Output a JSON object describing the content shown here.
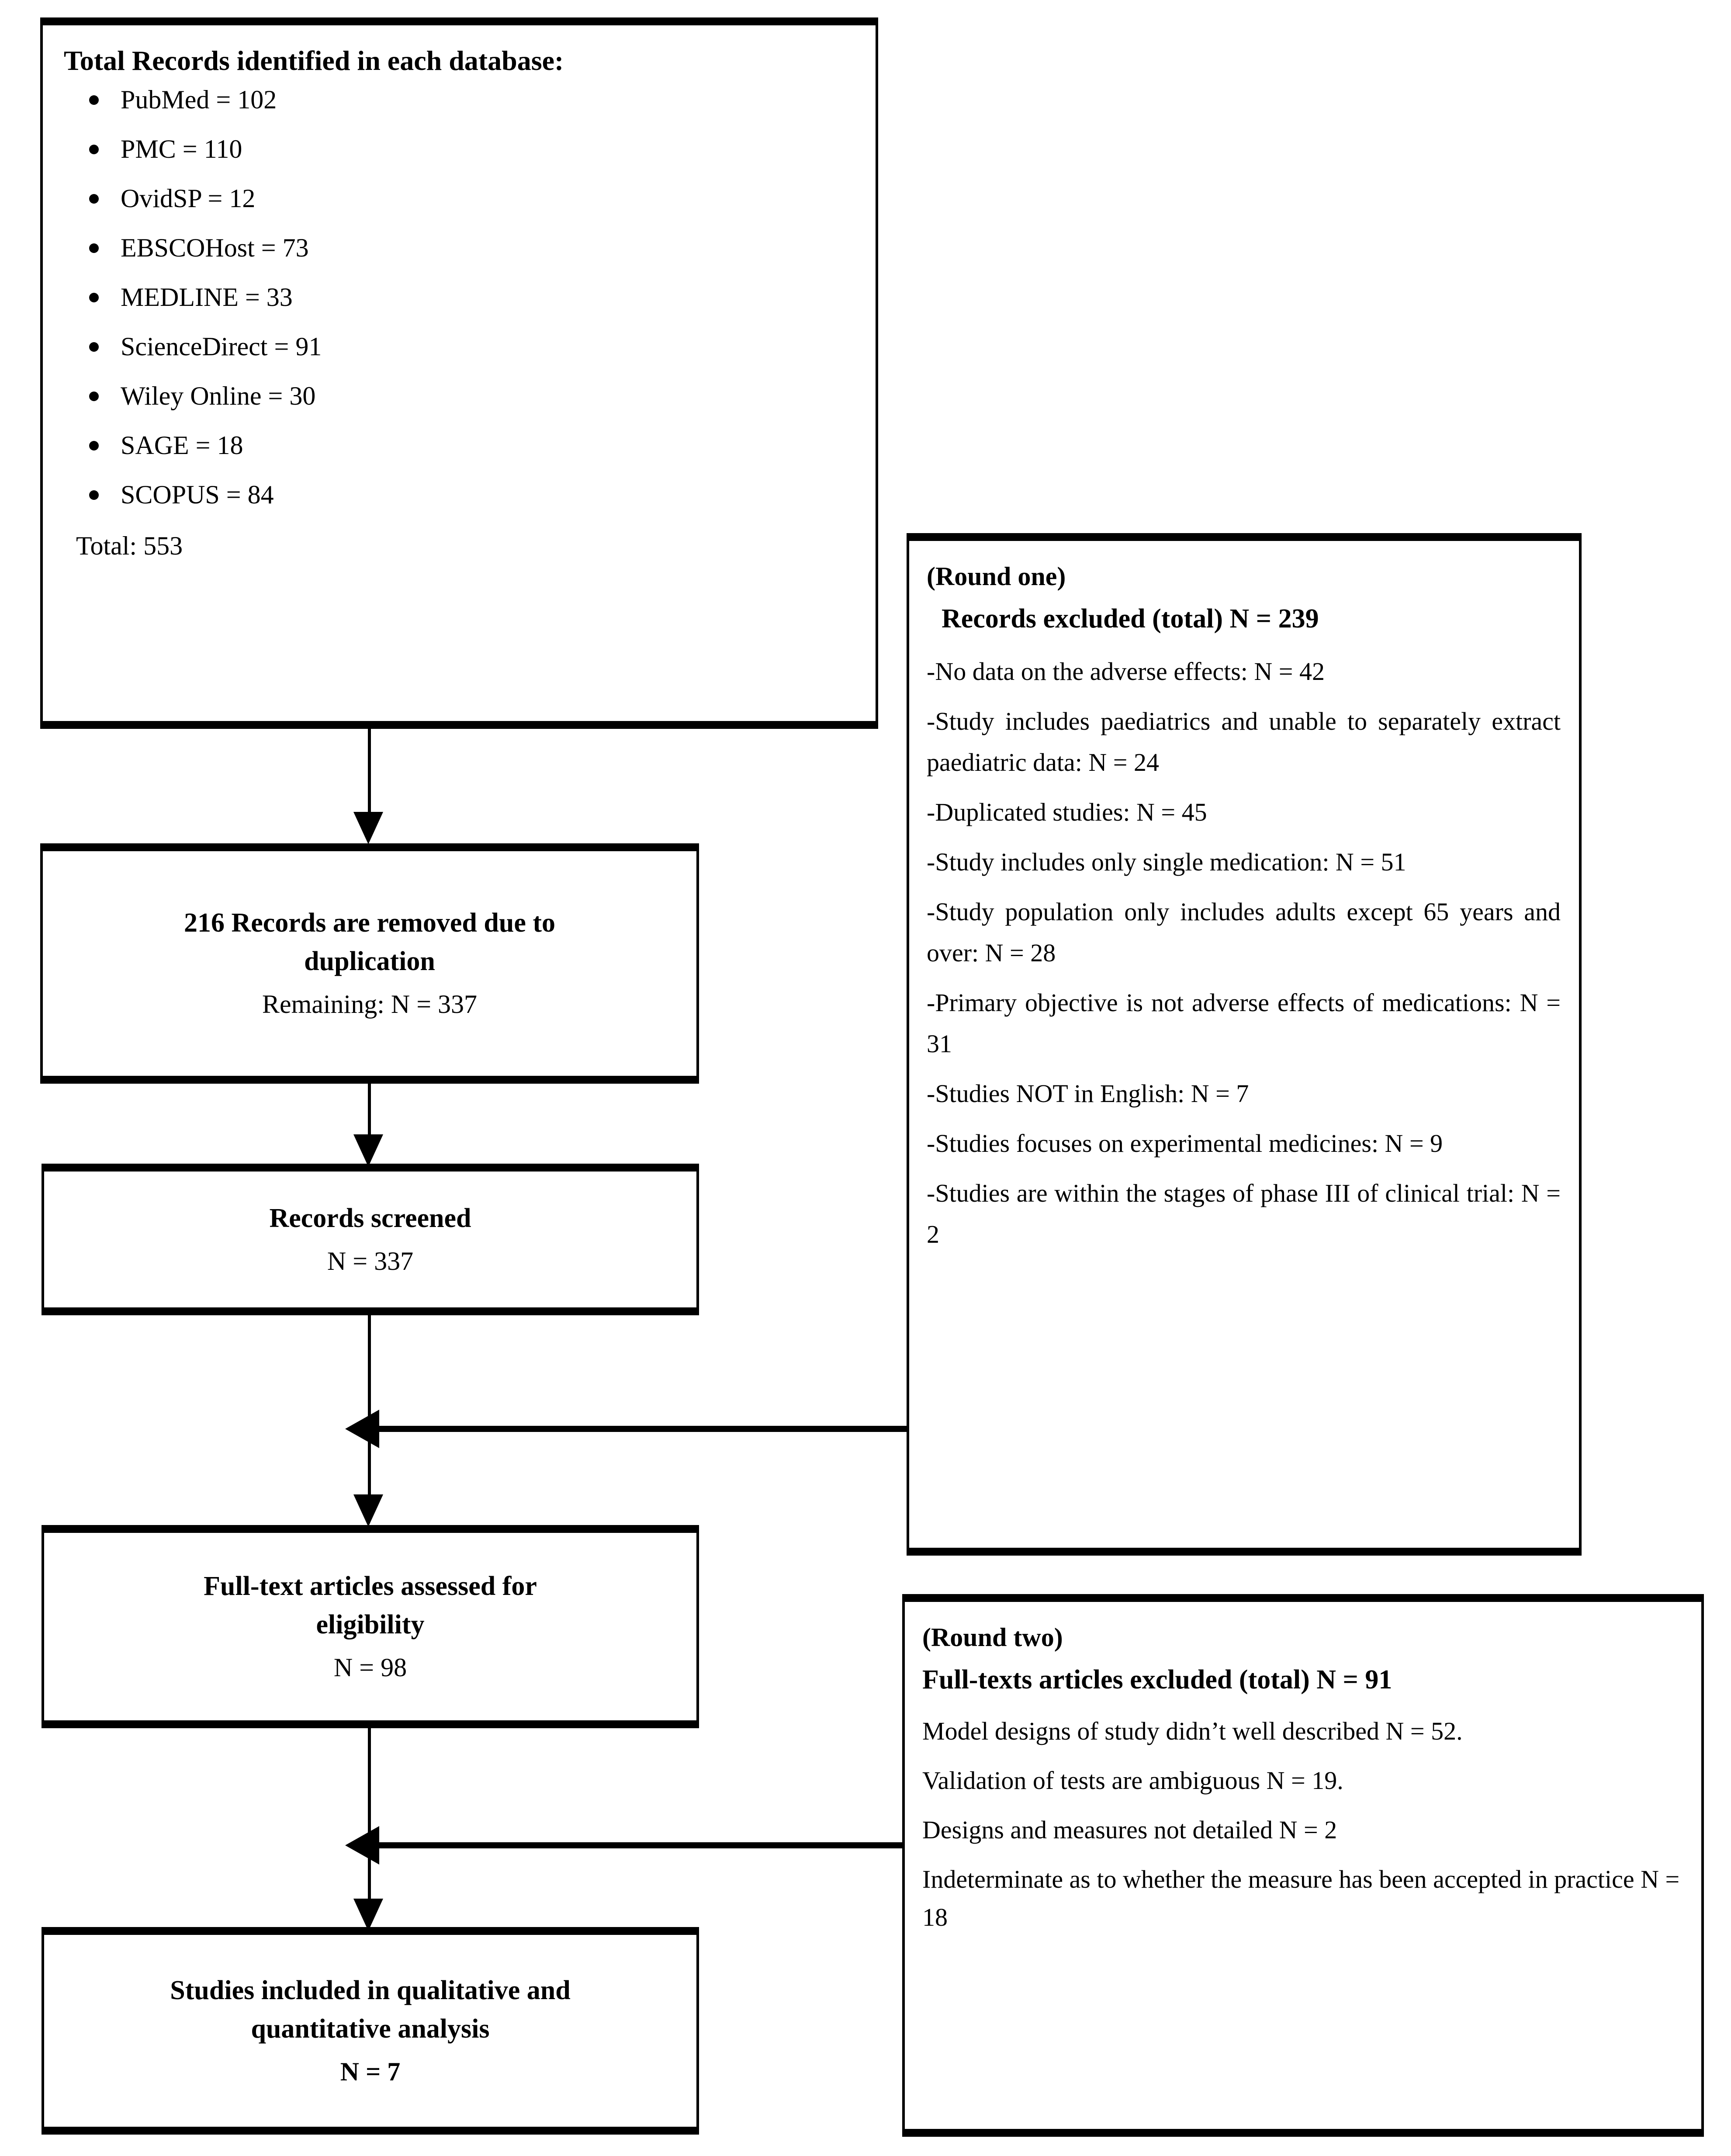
{
  "diagram": {
    "title": "PRISMA study selection flow diagram",
    "line_color": "#000000",
    "background": "#ffffff"
  },
  "sources_box": {
    "title": "Total Records identified in each database:",
    "databases": [
      "PubMed = 102",
      "PMC = 110",
      "OvidSP = 12",
      "EBSCOHost = 73",
      "MEDLINE = 33",
      "ScienceDirect = 91",
      "Wiley Online = 30",
      "SAGE = 18",
      "SCOPUS = 84"
    ],
    "total": "Total: 553"
  },
  "duplicates_box": {
    "line1": "216 Records are removed due to",
    "line2": "duplication",
    "line3": "Remaining: N = 337"
  },
  "screened_box": {
    "line1": "Records screened",
    "line2": "N = 337"
  },
  "fulltext_box": {
    "line1": "Full-text articles assessed for",
    "line2": "eligibility",
    "line3": "N = 98"
  },
  "included_box": {
    "line1": "Studies included in qualitative and",
    "line2": "quantitative analysis",
    "line3": "N = 7"
  },
  "round_one_box": {
    "round_label": "(Round one)",
    "total_label": "Records excluded (total) N = 239",
    "reasons": [
      "-No data on the adverse effects: N = 42",
      "-Study includes paediatrics and unable to separately extract paediatric data: N = 24",
      "-Duplicated studies: N = 45",
      "-Study includes only single medication: N = 51",
      "-Study population only includes adults except 65 years and over: N = 28",
      "-Primary objective is not adverse effects of medications: N = 31",
      "-Studies NOT in English: N = 7",
      "-Studies focuses on experimental medicines: N = 9",
      "-Studies are within the stages of phase III of clinical trial: N = 2"
    ]
  },
  "round_two_box": {
    "round_label": "(Round two)",
    "total_label": "Full-texts articles excluded (total) N = 91",
    "reasons": [
      "Model designs of study didn’t well described N = 52.",
      "Validation of tests are ambiguous N = 19.",
      "Designs and measures not detailed N = 2",
      "Indeterminate as to whether the measure has been accepted in practice N = 18"
    ]
  },
  "chart_data": {
    "type": "table",
    "title": "PRISMA flow: records identified, screened, assessed and included",
    "nodes": [
      {
        "id": "identified",
        "label": "Total Records identified in each database",
        "n": 553
      },
      {
        "id": "duplicates_removed",
        "label": "Records removed due to duplication",
        "n": 216,
        "remaining": 337
      },
      {
        "id": "screened",
        "label": "Records screened",
        "n": 337
      },
      {
        "id": "excluded_round_one",
        "label": "Records excluded (total) Round one",
        "n": 239
      },
      {
        "id": "fulltext",
        "label": "Full-text articles assessed for eligibility",
        "n": 98
      },
      {
        "id": "excluded_round_two",
        "label": "Full-texts articles excluded (total) Round two",
        "n": 91
      },
      {
        "id": "included",
        "label": "Studies included in qualitative and quantitative analysis",
        "n": 7
      }
    ],
    "databases": {
      "categories": [
        "PubMed",
        "PMC",
        "OvidSP",
        "EBSCOHost",
        "MEDLINE",
        "ScienceDirect",
        "Wiley Online",
        "SAGE",
        "SCOPUS"
      ],
      "values": [
        102,
        110,
        12,
        73,
        33,
        91,
        30,
        18,
        84
      ],
      "total": 553
    },
    "round_one_exclusions": {
      "categories": [
        "No data on the adverse effects",
        "Study includes paediatrics and unable to separately extract paediatric data",
        "Duplicated studies",
        "Study includes only single medication",
        "Study population only includes adults except 65 years and over",
        "Primary objective is not adverse effects of medications",
        "Studies NOT in English",
        "Studies focuses on experimental medicines",
        "Studies are within the stages of phase III of clinical trial"
      ],
      "values": [
        42,
        24,
        45,
        51,
        28,
        31,
        7,
        9,
        2
      ],
      "total": 239
    },
    "round_two_exclusions": {
      "categories": [
        "Model designs of study didn’t well described",
        "Validation of tests are ambiguous",
        "Designs and measures not detailed",
        "Indeterminate as to whether the measure has been accepted in practice"
      ],
      "values": [
        52,
        19,
        2,
        18
      ],
      "total": 91
    }
  }
}
